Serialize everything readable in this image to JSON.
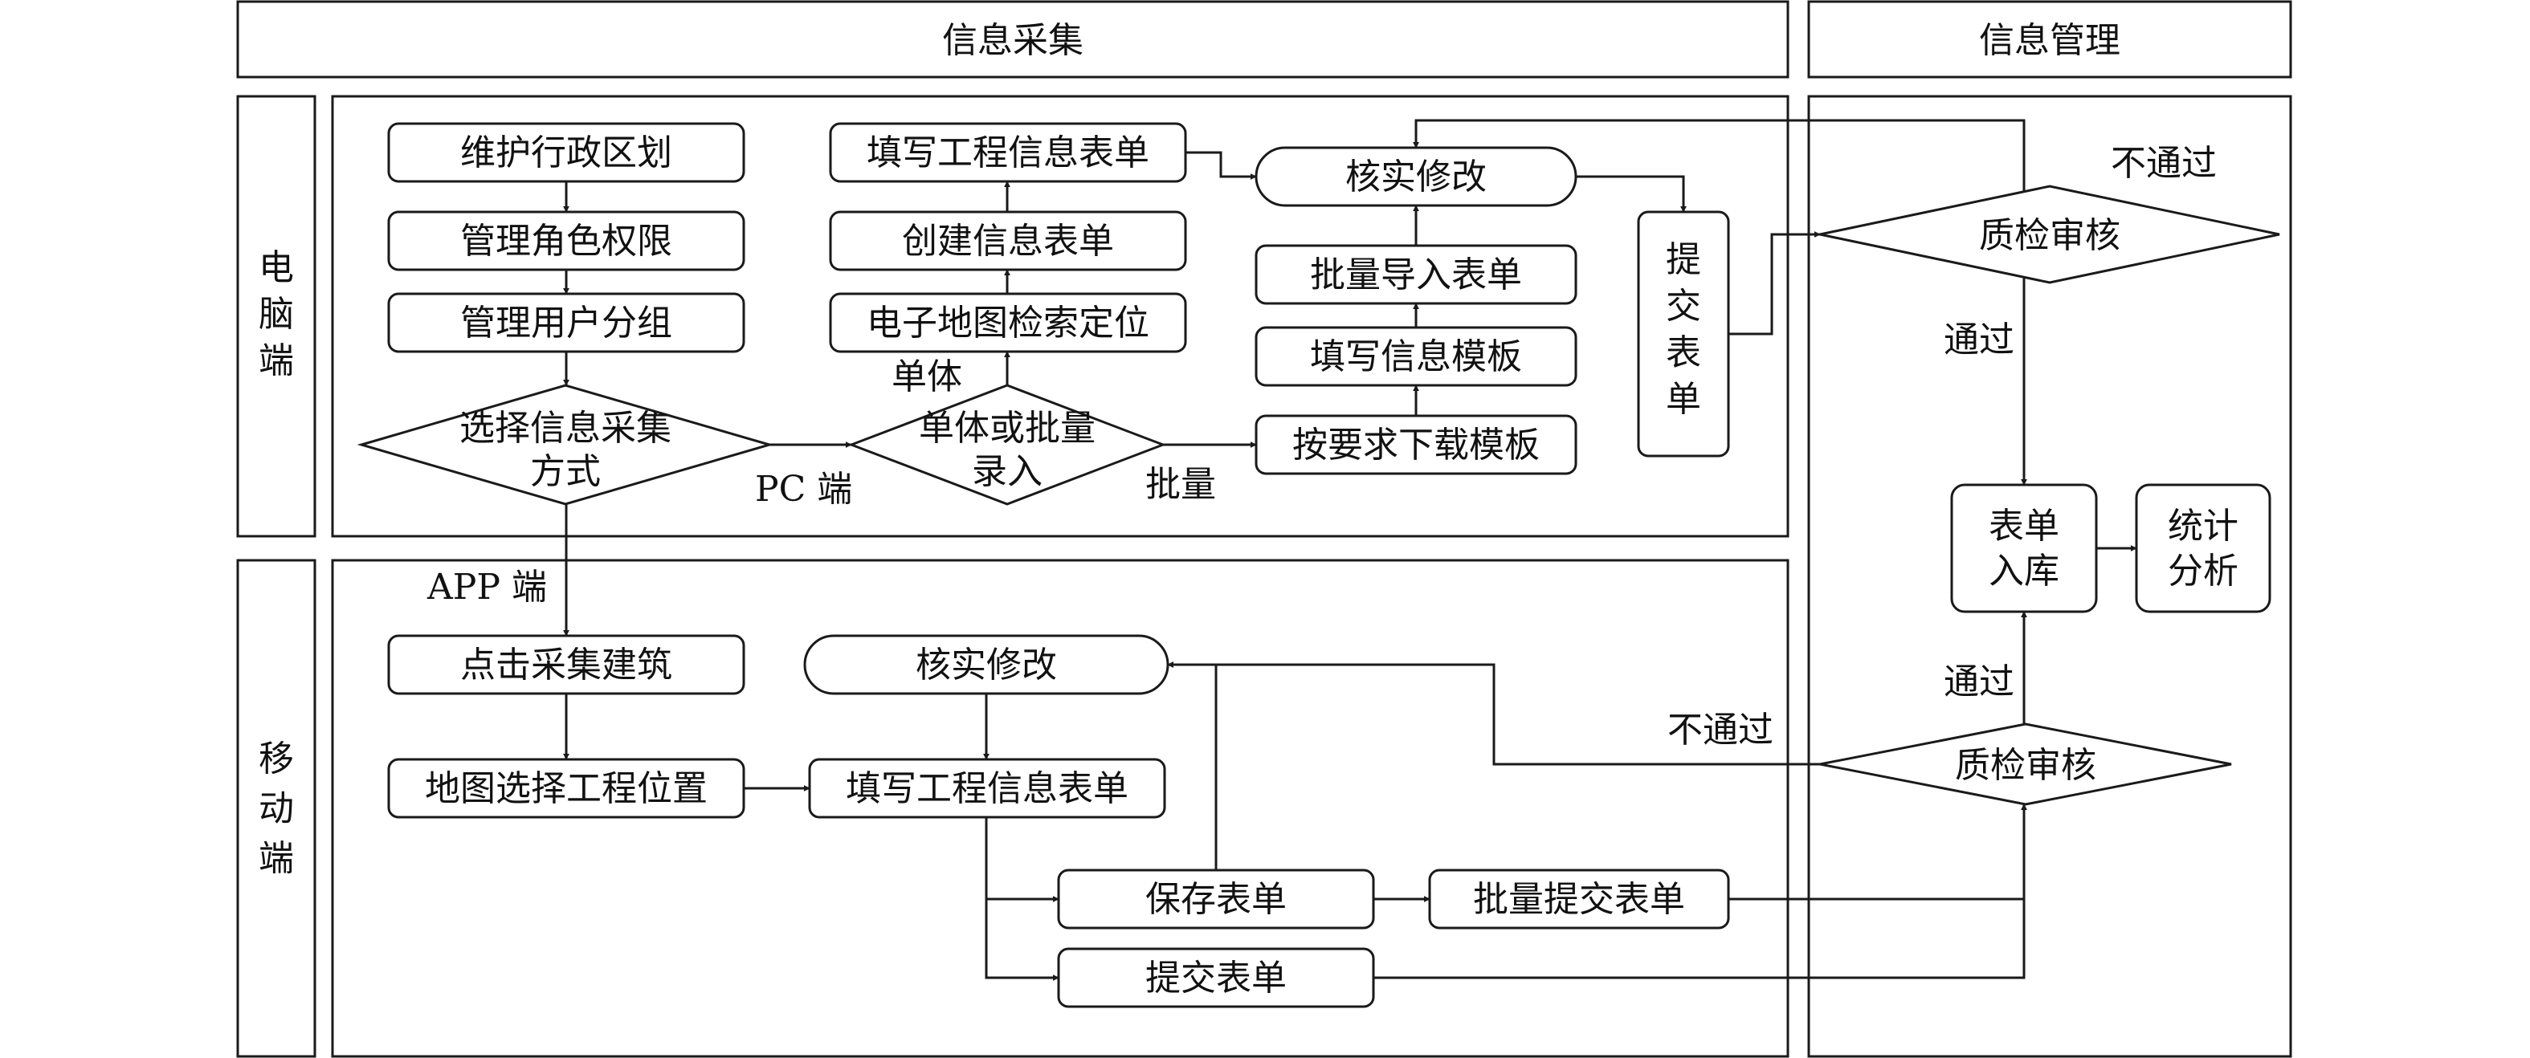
{
  "headers": {
    "collect": "信息采集",
    "manage": "信息管理"
  },
  "lanes": {
    "pc": "电\n脑\n端",
    "mobile": "移\n动\n端"
  },
  "pc": {
    "maintain_region": "维护行政区划",
    "manage_roles": "管理角色权限",
    "manage_groups": "管理用户分组",
    "choose_method": "选择信息采集\n方式",
    "single_or_batch": "单体或批量\n录入",
    "map_locate": "电子地图检索定位",
    "create_form": "创建信息表单",
    "fill_project_form": "填写工程信息表单",
    "verify_edit": "核实修改",
    "batch_import": "批量导入表单",
    "fill_template": "填写信息模板",
    "download_template": "按要求下载模板",
    "submit_form": "提\n交\n表\n单",
    "label_pc": "PC 端",
    "label_single": "单体",
    "label_batch": "批量"
  },
  "mobile": {
    "label_app": "APP 端",
    "click_collect": "点击采集建筑",
    "map_select": "地图选择工程位置",
    "verify_edit": "核实修改",
    "fill_project_form": "填写工程信息表单",
    "save_form": "保存表单",
    "batch_submit": "批量提交表单",
    "submit_form": "提交表单"
  },
  "manage": {
    "qc_top": "质检审核",
    "qc_bottom": "质检审核",
    "fail_top": "不通过",
    "fail_bottom": "不通过",
    "pass_top": "通过",
    "pass_bottom": "通过",
    "store": "表单\n入库",
    "stats": "统计\n分析"
  }
}
